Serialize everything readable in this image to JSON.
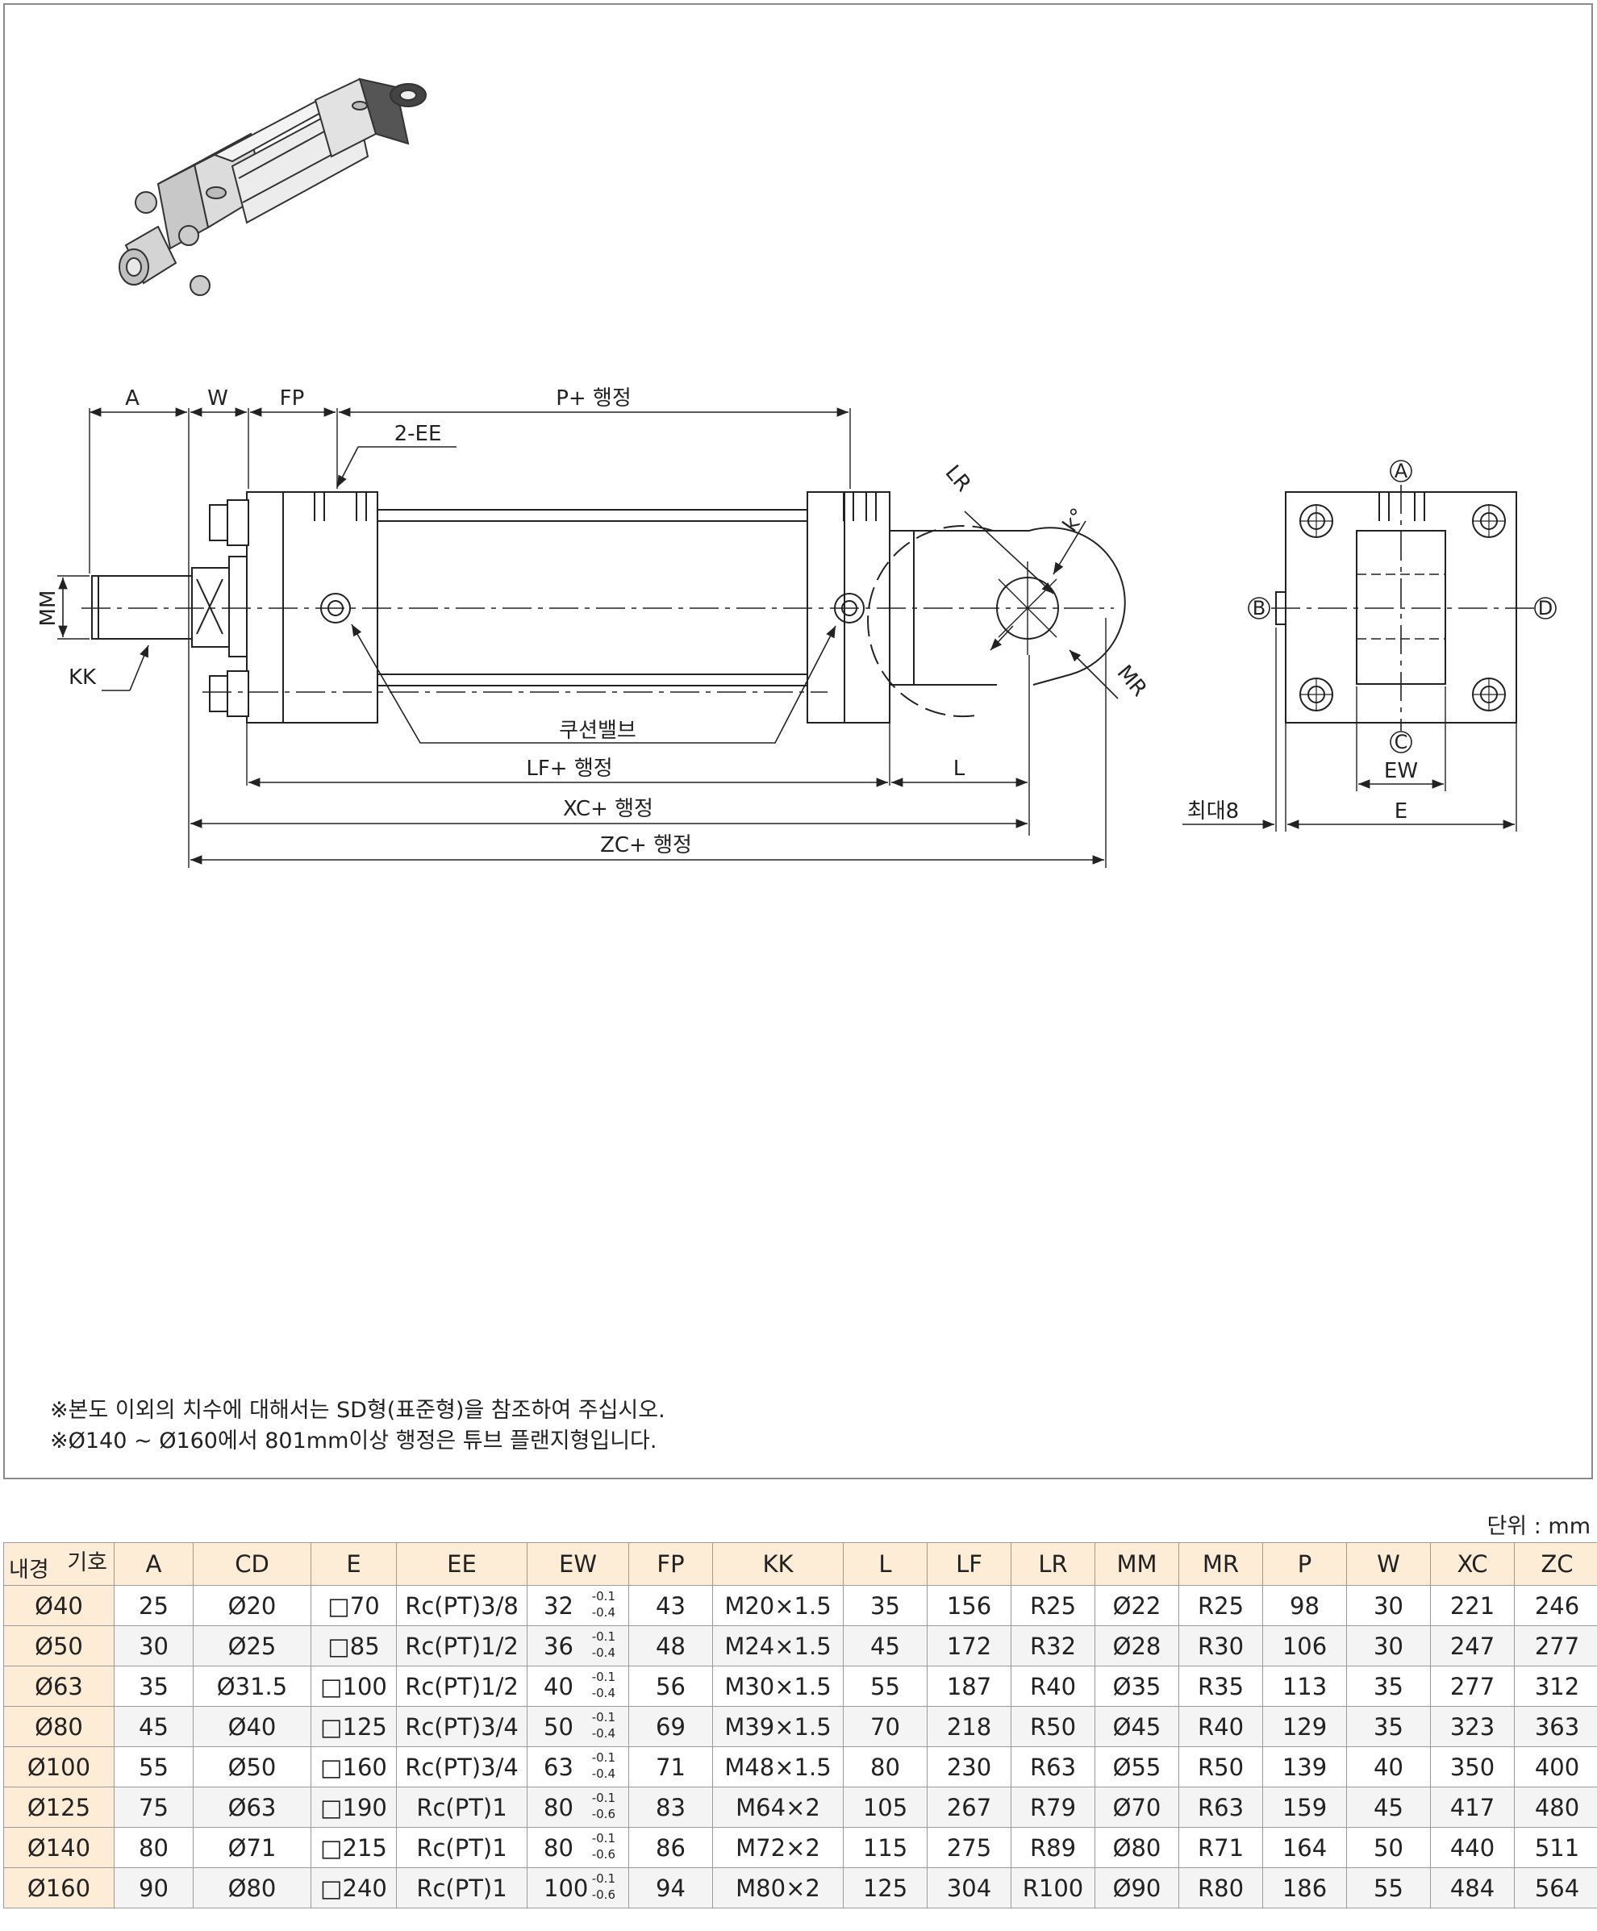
{
  "drawing": {
    "dims": {
      "A": "A",
      "W": "W",
      "FP": "FP",
      "P": "P+ 행정",
      "EE": "2-EE",
      "LR": "LR",
      "K": "k°",
      "MM": "MM",
      "KK": "KK",
      "MR": "MR",
      "cushion": "쿠션밸브",
      "LF": "LF+ 행정",
      "L": "L",
      "XC": "XC+ 행정",
      "ZC": "ZC+ 행정",
      "markA": "A",
      "markB": "B",
      "markC": "C",
      "markD": "D",
      "EW": "EW",
      "max8": "최대8",
      "E": "E"
    }
  },
  "notes": [
    "※본도 이외의 치수에 대해서는 SD형(표준형)을 참조하여 주십시오.",
    "※Ø140 ~ Ø160에서 801mm이상 행정은 튜브 플랜지형입니다."
  ],
  "unit_label": "단위 : mm",
  "table": {
    "corner_top": "기호",
    "corner_bottom": "내경",
    "headers": [
      "A",
      "CD",
      "E",
      "EE",
      "EW",
      "FP",
      "KK",
      "L",
      "LF",
      "LR",
      "MM",
      "MR",
      "P",
      "W",
      "XC",
      "ZC"
    ],
    "rows": [
      {
        "bore": "Ø40",
        "A": "25",
        "CD": "Ø20",
        "E": "□70",
        "EE": "Rc(PT)3/8",
        "EW": "32",
        "EW_up": "-0.1",
        "EW_lo": "-0.4",
        "FP": "43",
        "KK": "M20×1.5",
        "L": "35",
        "LF": "156",
        "LR": "R25",
        "MM": "Ø22",
        "MR": "R25",
        "P": "98",
        "W": "30",
        "XC": "221",
        "ZC": "246"
      },
      {
        "bore": "Ø50",
        "A": "30",
        "CD": "Ø25",
        "E": "□85",
        "EE": "Rc(PT)1/2",
        "EW": "36",
        "EW_up": "-0.1",
        "EW_lo": "-0.4",
        "FP": "48",
        "KK": "M24×1.5",
        "L": "45",
        "LF": "172",
        "LR": "R32",
        "MM": "Ø28",
        "MR": "R30",
        "P": "106",
        "W": "30",
        "XC": "247",
        "ZC": "277"
      },
      {
        "bore": "Ø63",
        "A": "35",
        "CD": "Ø31.5",
        "E": "□100",
        "EE": "Rc(PT)1/2",
        "EW": "40",
        "EW_up": "-0.1",
        "EW_lo": "-0.4",
        "FP": "56",
        "KK": "M30×1.5",
        "L": "55",
        "LF": "187",
        "LR": "R40",
        "MM": "Ø35",
        "MR": "R35",
        "P": "113",
        "W": "35",
        "XC": "277",
        "ZC": "312"
      },
      {
        "bore": "Ø80",
        "A": "45",
        "CD": "Ø40",
        "E": "□125",
        "EE": "Rc(PT)3/4",
        "EW": "50",
        "EW_up": "-0.1",
        "EW_lo": "-0.4",
        "FP": "69",
        "KK": "M39×1.5",
        "L": "70",
        "LF": "218",
        "LR": "R50",
        "MM": "Ø45",
        "MR": "R40",
        "P": "129",
        "W": "35",
        "XC": "323",
        "ZC": "363"
      },
      {
        "bore": "Ø100",
        "A": "55",
        "CD": "Ø50",
        "E": "□160",
        "EE": "Rc(PT)3/4",
        "EW": "63",
        "EW_up": "-0.1",
        "EW_lo": "-0.4",
        "FP": "71",
        "KK": "M48×1.5",
        "L": "80",
        "LF": "230",
        "LR": "R63",
        "MM": "Ø55",
        "MR": "R50",
        "P": "139",
        "W": "40",
        "XC": "350",
        "ZC": "400"
      },
      {
        "bore": "Ø125",
        "A": "75",
        "CD": "Ø63",
        "E": "□190",
        "EE": "Rc(PT)1",
        "EW": "80",
        "EW_up": "-0.1",
        "EW_lo": "-0.6",
        "FP": "83",
        "KK": "M64×2",
        "L": "105",
        "LF": "267",
        "LR": "R79",
        "MM": "Ø70",
        "MR": "R63",
        "P": "159",
        "W": "45",
        "XC": "417",
        "ZC": "480"
      },
      {
        "bore": "Ø140",
        "A": "80",
        "CD": "Ø71",
        "E": "□215",
        "EE": "Rc(PT)1",
        "EW": "80",
        "EW_up": "-0.1",
        "EW_lo": "-0.6",
        "FP": "86",
        "KK": "M72×2",
        "L": "115",
        "LF": "275",
        "LR": "R89",
        "MM": "Ø80",
        "MR": "R71",
        "P": "164",
        "W": "50",
        "XC": "440",
        "ZC": "511"
      },
      {
        "bore": "Ø160",
        "A": "90",
        "CD": "Ø80",
        "E": "□240",
        "EE": "Rc(PT)1",
        "EW": "100",
        "EW_up": "-0.1",
        "EW_lo": "-0.6",
        "FP": "94",
        "KK": "M80×2",
        "L": "125",
        "LF": "304",
        "LR": "R100",
        "MM": "Ø90",
        "MR": "R80",
        "P": "186",
        "W": "55",
        "XC": "484",
        "ZC": "564"
      }
    ]
  }
}
